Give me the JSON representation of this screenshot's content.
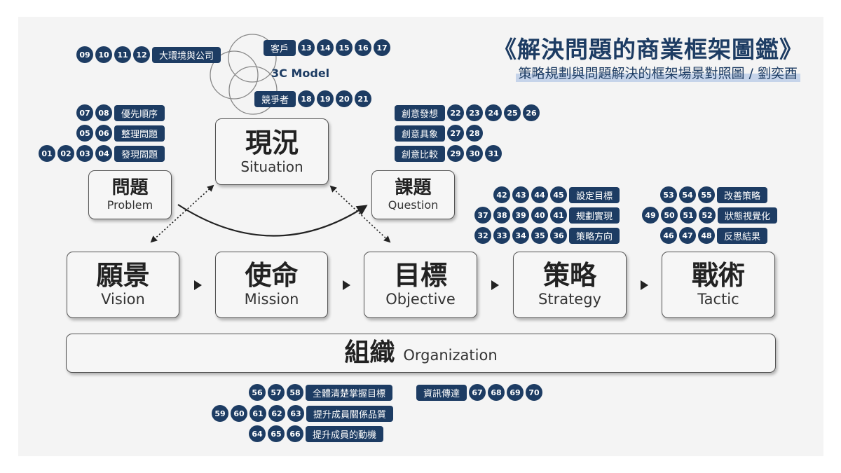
{
  "title": "《解決問題的商業框架圖鑑》",
  "subtitle": "策略規劃與問題解決的框架場景對照圖 / 劉奕酉",
  "model_label": "3C Model",
  "nodes": {
    "situation": {
      "zh": "現況",
      "en": "Situation"
    },
    "problem": {
      "zh": "問題",
      "en": "Problem"
    },
    "question": {
      "zh": "課題",
      "en": "Question"
    },
    "vision": {
      "zh": "願景",
      "en": "Vision"
    },
    "mission": {
      "zh": "使命",
      "en": "Mission"
    },
    "objective": {
      "zh": "目標",
      "en": "Objective"
    },
    "strategy": {
      "zh": "策略",
      "en": "Strategy"
    },
    "tactic": {
      "zh": "戰術",
      "en": "Tactic"
    },
    "organization": {
      "zh": "組織",
      "en": "Organization"
    }
  },
  "tags": {
    "env": {
      "nums": [
        "09",
        "10",
        "11",
        "12"
      ],
      "label": "大環境與公司"
    },
    "customer": {
      "nums": [
        "13",
        "14",
        "15",
        "16",
        "17"
      ],
      "label": "客戶"
    },
    "competitor": {
      "nums": [
        "18",
        "19",
        "20",
        "21"
      ],
      "label": "競爭者"
    },
    "priority": {
      "nums": [
        "07",
        "08"
      ],
      "label": "優先順序"
    },
    "organize": {
      "nums": [
        "05",
        "06"
      ],
      "label": "整理問題"
    },
    "discover": {
      "nums": [
        "01",
        "02",
        "03",
        "04"
      ],
      "label": "發現問題"
    },
    "idea_gen": {
      "nums": [
        "22",
        "23",
        "24",
        "25",
        "26"
      ],
      "label": "創意發想"
    },
    "idea_concrete": {
      "nums": [
        "27",
        "28"
      ],
      "label": "創意具象"
    },
    "idea_compare": {
      "nums": [
        "29",
        "30",
        "31"
      ],
      "label": "創意比較"
    },
    "set_goal": {
      "nums": [
        "42",
        "43",
        "44",
        "45"
      ],
      "label": "設定目標"
    },
    "plan_realize": {
      "nums": [
        "37",
        "38",
        "39",
        "40",
        "41"
      ],
      "label": "規劃實現"
    },
    "strategy_dir": {
      "nums": [
        "32",
        "33",
        "34",
        "35",
        "36"
      ],
      "label": "策略方向"
    },
    "improve": {
      "nums": [
        "53",
        "54",
        "55"
      ],
      "label": "改善策略"
    },
    "status_visual": {
      "nums": [
        "49",
        "50",
        "51",
        "52"
      ],
      "label": "狀態視覺化"
    },
    "reflect": {
      "nums": [
        "46",
        "47",
        "48"
      ],
      "label": "反思結果"
    },
    "grasp_goal": {
      "nums": [
        "56",
        "57",
        "58"
      ],
      "label": "全體清楚掌握目標"
    },
    "relation": {
      "nums": [
        "59",
        "60",
        "61",
        "62",
        "63"
      ],
      "label": "提升成員關係品質"
    },
    "motivation": {
      "nums": [
        "64",
        "65",
        "66"
      ],
      "label": "提升成員的動機"
    },
    "info": {
      "nums": [
        "67",
        "68",
        "69",
        "70"
      ],
      "label": "資訊傳達"
    }
  }
}
